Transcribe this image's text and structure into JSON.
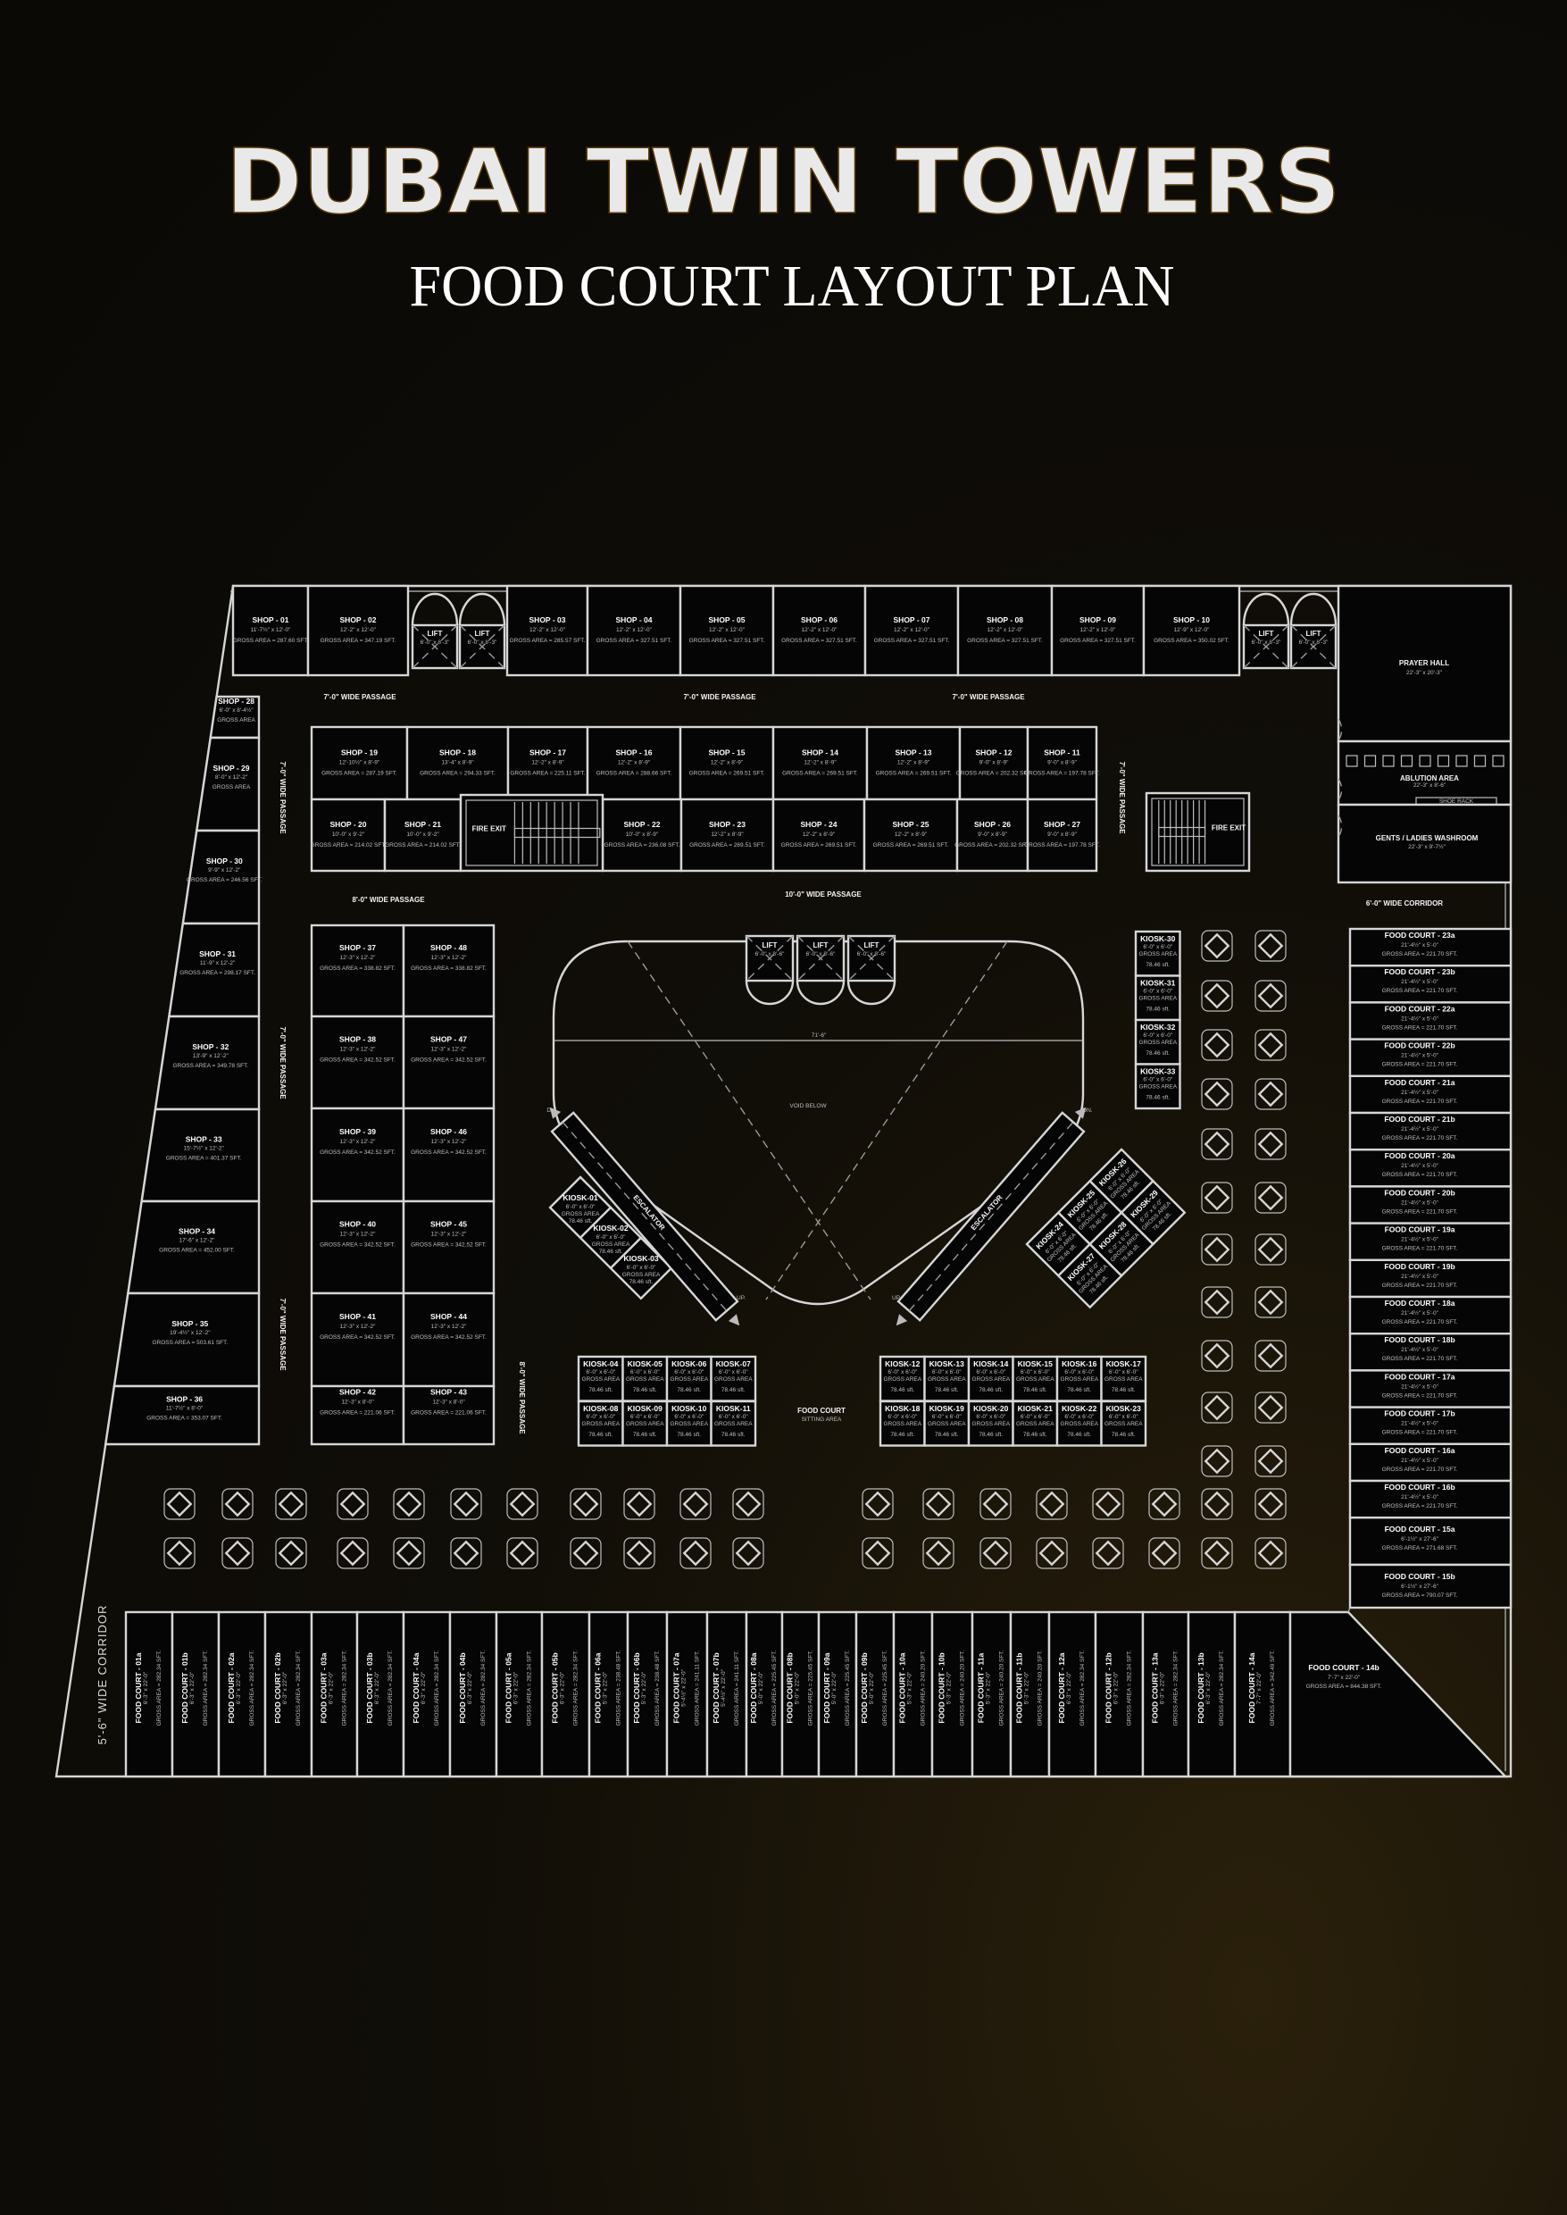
{
  "header": {
    "title": "DUBAI TWIN TOWERS",
    "subtitle": "FOOD COURT LAYOUT PLAN"
  },
  "colors": {
    "gold_light": "#fff1a8",
    "gold_mid": "#d9a620",
    "gold_dark": "#8a5a0a",
    "background": "#0b0a07",
    "line": "#d6d6d6"
  },
  "top_shops": [
    {
      "name": "SHOP - 01",
      "size": "11'-7½\" x 12'-0\"",
      "area": "GROSS AREA = 287.60 SFT."
    },
    {
      "name": "SHOP - 02",
      "size": "12'-2\" x 12'-0\"",
      "area": "GROSS AREA = 347.19 SFT."
    },
    {
      "name": "SHOP - 03",
      "size": "12'-2\" x 12'-0\"",
      "area": "GROSS AREA = 285.57 SFT."
    },
    {
      "name": "SHOP - 04",
      "size": "12'-2\" x 12'-0\"",
      "area": "GROSS AREA = 327.51 SFT."
    },
    {
      "name": "SHOP - 05",
      "size": "12'-2\" x 12'-0\"",
      "area": "GROSS AREA = 327.51 SFT."
    },
    {
      "name": "SHOP - 06",
      "size": "12'-2\" x 12'-0\"",
      "area": "GROSS AREA = 327.51 SFT."
    },
    {
      "name": "SHOP - 07",
      "size": "12'-2\" x 12'-0\"",
      "area": "GROSS AREA = 327.51 SFT."
    },
    {
      "name": "SHOP - 08",
      "size": "12'-2\" x 12'-0\"",
      "area": "GROSS AREA = 327.51 SFT."
    },
    {
      "name": "SHOP - 09",
      "size": "12'-2\" x 12'-0\"",
      "area": "GROSS AREA = 327.51 SFT."
    },
    {
      "name": "SHOP - 10",
      "size": "12'-9\" x 12'-0\"",
      "area": "GROSS AREA = 350.02 SFT."
    }
  ],
  "top_lifts": [
    {
      "name": "LIFT",
      "size": "6'-0\" x 8'-3\""
    },
    {
      "name": "LIFT",
      "size": "6'-0\" x 8'-3\""
    },
    {
      "name": "LIFT",
      "size": "6'-0\" x 8'-3\""
    },
    {
      "name": "LIFT",
      "size": "6'-0\" x 8'-3\""
    }
  ],
  "mid_top_shops": [
    {
      "name": "SHOP - 19",
      "size": "12'-10½\" x 8'-9\"",
      "area": "GROSS AREA = 287.19 SFT."
    },
    {
      "name": "SHOP - 18",
      "size": "13'-4\" x 8'-9\"",
      "area": "GROSS AREA = 294.33 SFT."
    },
    {
      "name": "SHOP - 17",
      "size": "12'-2\" x 8'-9\"",
      "area": "GROSS AREA = 225.11 SFT."
    },
    {
      "name": "SHOP - 16",
      "size": "12'-2\" x 8'-9\"",
      "area": "GROSS AREA = 288.66 SFT."
    },
    {
      "name": "SHOP - 15",
      "size": "12'-2\" x 8'-9\"",
      "area": "GROSS AREA = 269.51 SFT."
    },
    {
      "name": "SHOP - 14",
      "size": "12'-2\" x 8'-9\"",
      "area": "GROSS AREA = 269.51 SFT."
    },
    {
      "name": "SHOP - 13",
      "size": "12'-2\" x 8'-9\"",
      "area": "GROSS AREA = 269.51 SFT."
    },
    {
      "name": "SHOP - 12",
      "size": "9'-0\" x 8'-9\"",
      "area": "GROSS AREA = 202.32 SFT."
    },
    {
      "name": "SHOP - 11",
      "size": "9'-0\" x 8'-9\"",
      "area": "GROSS AREA = 197.78 SFT."
    }
  ],
  "mid_bottom_shops": [
    {
      "name": "SHOP - 20",
      "size": "10'-0\" x 9'-2\"",
      "area": "GROSS AREA = 214.02 SFT."
    },
    {
      "name": "SHOP - 21",
      "size": "10'-0\" x 9'-2\"",
      "area": "GROSS AREA = 214.02 SFT."
    },
    {
      "name": "SHOP - 22",
      "size": "10'-0\" x 8'-9\"",
      "area": "GROSS AREA = 236.08 SFT."
    },
    {
      "name": "SHOP - 23",
      "size": "12'-2\" x 8'-9\"",
      "area": "GROSS AREA = 269.51 SFT."
    },
    {
      "name": "SHOP - 24",
      "size": "12'-2\" x 8'-9\"",
      "area": "GROSS AREA = 269.51 SFT."
    },
    {
      "name": "SHOP - 25",
      "size": "12'-2\" x 8'-9\"",
      "area": "GROSS AREA = 269.51 SFT."
    },
    {
      "name": "SHOP - 26",
      "size": "9'-0\" x 8'-9\"",
      "area": "GROSS AREA = 202.32 SFT."
    },
    {
      "name": "SHOP - 27",
      "size": "9'-0\" x 8'-9\"",
      "area": "GROSS AREA = 197.78 SFT."
    }
  ],
  "left_shops": [
    {
      "name": "SHOP - 28",
      "size": "6'-0\" x 8'-4½\"",
      "area": "GROSS AREA"
    },
    {
      "name": "SHOP - 29",
      "size": "8'-0\" x 12'-2\"",
      "area": "GROSS AREA"
    },
    {
      "name": "SHOP - 30",
      "size": "9'-9\" x 12'-2\"",
      "area": "GROSS AREA = 246.56 SFT."
    },
    {
      "name": "SHOP - 31",
      "size": "11'-9\" x 12'-2\"",
      "area": "GROSS AREA = 298.17 SFT."
    },
    {
      "name": "SHOP - 32",
      "size": "13'-9\" x 12'-2\"",
      "area": "GROSS AREA = 349.78 SFT."
    },
    {
      "name": "SHOP - 33",
      "size": "15'-7½\" x 12'-2\"",
      "area": "GROSS AREA = 401.37 SFT."
    },
    {
      "name": "SHOP - 34",
      "size": "17'-6\" x 12'-2\"",
      "area": "GROSS AREA = 452.00 SFT."
    },
    {
      "name": "SHOP - 35",
      "size": "19'-4½\" x 12'-2\"",
      "area": "GROSS AREA = 503.61 SFT."
    },
    {
      "name": "SHOP - 36",
      "size": "11'-7½\" x 8'-0\"",
      "area": "GROSS AREA = 353.07 SFT."
    }
  ],
  "pair_left_shops": [
    {
      "name": "SHOP - 37",
      "size": "12'-3\" x 12'-2\"",
      "area": "GROSS AREA = 338.82 SFT."
    },
    {
      "name": "SHOP - 38",
      "size": "12'-3\" x 12'-2\"",
      "area": "GROSS AREA = 342.52 SFT."
    },
    {
      "name": "SHOP - 39",
      "size": "12'-3\" x 12'-2\"",
      "area": "GROSS AREA = 342.52 SFT."
    },
    {
      "name": "SHOP - 40",
      "size": "12'-3\" x 12'-2\"",
      "area": "GROSS AREA = 342.52 SFT."
    },
    {
      "name": "SHOP - 41",
      "size": "12'-3\" x 12'-2\"",
      "area": "GROSS AREA = 342.52 SFT."
    },
    {
      "name": "SHOP - 42",
      "size": "12'-3\" x 8'-0\"",
      "area": "GROSS AREA = 221.06 SFT."
    }
  ],
  "pair_right_shops": [
    {
      "name": "SHOP - 48",
      "size": "12'-3\" x 12'-2\"",
      "area": "GROSS AREA = 338.82 SFT."
    },
    {
      "name": "SHOP - 47",
      "size": "12'-3\" x 12'-2\"",
      "area": "GROSS AREA = 342.52 SFT."
    },
    {
      "name": "SHOP - 46",
      "size": "12'-3\" x 12'-2\"",
      "area": "GROSS AREA = 342.52 SFT."
    },
    {
      "name": "SHOP - 45",
      "size": "12'-3\" x 12'-2\"",
      "area": "GROSS AREA = 342.52 SFT."
    },
    {
      "name": "SHOP - 44",
      "size": "12'-3\" x 12'-2\"",
      "area": "GROSS AREA = 342.52 SFT."
    },
    {
      "name": "SHOP - 43",
      "size": "12'-3\" x 8'-0\"",
      "area": "GROSS AREA = 221.06 SFT."
    }
  ],
  "right_food_courts": [
    {
      "name": "FOOD COURT - 23a",
      "size": "21'-4½\" x 5'-0\"",
      "area": "GROSS AREA = 221.70 SFT."
    },
    {
      "name": "FOOD COURT - 23b",
      "size": "21'-4½\" x 5'-0\"",
      "area": "GROSS AREA = 221.70 SFT."
    },
    {
      "name": "FOOD COURT - 22a",
      "size": "21'-4½\" x 5'-0\"",
      "area": "GROSS AREA = 221.70 SFT."
    },
    {
      "name": "FOOD COURT - 22b",
      "size": "21'-4½\" x 5'-0\"",
      "area": "GROSS AREA = 221.70 SFT."
    },
    {
      "name": "FOOD COURT - 21a",
      "size": "21'-4½\" x 5'-0\"",
      "area": "GROSS AREA = 221.70 SFT."
    },
    {
      "name": "FOOD COURT - 21b",
      "size": "21'-4½\" x 5'-0\"",
      "area": "GROSS AREA = 221.70 SFT."
    },
    {
      "name": "FOOD COURT - 20a",
      "size": "21'-4½\" x 5'-0\"",
      "area": "GROSS AREA = 221.70 SFT."
    },
    {
      "name": "FOOD COURT - 20b",
      "size": "21'-4½\" x 5'-0\"",
      "area": "GROSS AREA = 221.70 SFT."
    },
    {
      "name": "FOOD COURT - 19a",
      "size": "21'-4½\" x 5'-0\"",
      "area": "GROSS AREA = 221.70 SFT."
    },
    {
      "name": "FOOD COURT - 19b",
      "size": "21'-4½\" x 5'-0\"",
      "area": "GROSS AREA = 221.70 SFT."
    },
    {
      "name": "FOOD COURT - 18a",
      "size": "21'-4½\" x 5'-0\"",
      "area": "GROSS AREA = 221.70 SFT."
    },
    {
      "name": "FOOD COURT - 18b",
      "size": "21'-4½\" x 5'-0\"",
      "area": "GROSS AREA = 221.70 SFT."
    },
    {
      "name": "FOOD COURT - 17a",
      "size": "21'-4½\" x 5'-0\"",
      "area": "GROSS AREA = 221.70 SFT."
    },
    {
      "name": "FOOD COURT - 17b",
      "size": "21'-4½\" x 5'-0\"",
      "area": "GROSS AREA = 221.70 SFT."
    },
    {
      "name": "FOOD COURT - 16a",
      "size": "21'-4½\" x 5'-0\"",
      "area": "GROSS AREA = 221.70 SFT."
    },
    {
      "name": "FOOD COURT - 16b",
      "size": "21'-4½\" x 5'-0\"",
      "area": "GROSS AREA = 221.70 SFT."
    },
    {
      "name": "FOOD COURT - 15a",
      "size": "6'-1½\" x 27'-6\"",
      "area": "GROSS AREA = 271.68 SFT."
    },
    {
      "name": "FOOD COURT - 15b",
      "size": "6'-1½\" x 27'-6\"",
      "area": "GROSS AREA = 790.07 SFT."
    }
  ],
  "bottom_food_courts": [
    {
      "name": "FOOD COURT - 01a",
      "size": "6'-3\" x 22'-0\"",
      "area": "GROSS AREA = 282.34 SFT."
    },
    {
      "name": "FOOD COURT - 01b",
      "size": "6'-3\" x 22'-0\"",
      "area": "GROSS AREA = 282.34 SFT."
    },
    {
      "name": "FOOD COURT - 02a",
      "size": "6'-3\" x 22'-0\"",
      "area": "GROSS AREA = 282.34 SFT."
    },
    {
      "name": "FOOD COURT - 02b",
      "size": "6'-3\" x 22'-0\"",
      "area": "GROSS AREA = 282.34 SFT."
    },
    {
      "name": "FOOD COURT - 03a",
      "size": "6'-3\" x 22'-0\"",
      "area": "GROSS AREA = 282.34 SFT."
    },
    {
      "name": "FOOD COURT - 03b",
      "size": "6'-3\" x 22'-0\"",
      "area": "GROSS AREA = 282.34 SFT."
    },
    {
      "name": "FOOD COURT - 04a",
      "size": "6'-3\" x 22'-0\"",
      "area": "GROSS AREA = 282.34 SFT."
    },
    {
      "name": "FOOD COURT - 04b",
      "size": "6'-3\" x 22'-0\"",
      "area": "GROSS AREA = 282.34 SFT."
    },
    {
      "name": "FOOD COURT - 05a",
      "size": "6'-3\" x 22'-0\"",
      "area": "GROSS AREA = 282.34 SFT."
    },
    {
      "name": "FOOD COURT - 05b",
      "size": "6'-3\" x 22'-0\"",
      "area": "GROSS AREA = 282.34 SFT."
    },
    {
      "name": "FOOD COURT - 06a",
      "size": "5'-3\" x 22'-0\"",
      "area": "GROSS AREA = 238.48 SFT."
    },
    {
      "name": "FOOD COURT - 06b",
      "size": "5'-3\" x 22'-0\"",
      "area": "GROSS AREA = 238.48 SFT."
    },
    {
      "name": "FOOD COURT - 07a",
      "size": "5'-4½\" x 22'-0\"",
      "area": "GROSS AREA = 241.11 SFT."
    },
    {
      "name": "FOOD COURT - 07b",
      "size": "5'-4½\" x 22'-0\"",
      "area": "GROSS AREA = 241.11 SFT."
    },
    {
      "name": "FOOD COURT - 08a",
      "size": "5'-0\" x 22'-0\"",
      "area": "GROSS AREA = 225.45 SFT."
    },
    {
      "name": "FOOD COURT - 08b",
      "size": "5'-0\" x 22'-0\"",
      "area": "GROSS AREA = 225.45 SFT."
    },
    {
      "name": "FOOD COURT - 09a",
      "size": "5'-0\" x 22'-0\"",
      "area": "GROSS AREA = 225.45 SFT."
    },
    {
      "name": "FOOD COURT - 09b",
      "size": "5'-0\" x 22'-0\"",
      "area": "GROSS AREA = 225.45 SFT."
    },
    {
      "name": "FOOD COURT - 10a",
      "size": "5'-3\" x 22'-0\"",
      "area": "GROSS AREA = 240.20 SFT."
    },
    {
      "name": "FOOD COURT - 10b",
      "size": "5'-3\" x 22'-0\"",
      "area": "GROSS AREA = 240.20 SFT."
    },
    {
      "name": "FOOD COURT - 11a",
      "size": "5'-3\" x 22'-0\"",
      "area": "GROSS AREA = 240.20 SFT."
    },
    {
      "name": "FOOD COURT - 11b",
      "size": "5'-3\" x 22'-0\"",
      "area": "GROSS AREA = 240.20 SFT."
    },
    {
      "name": "FOOD COURT - 12a",
      "size": "6'-3\" x 22'-0\"",
      "area": "GROSS AREA = 282.34 SFT."
    },
    {
      "name": "FOOD COURT - 12b",
      "size": "6'-3\" x 22'-0\"",
      "area": "GROSS AREA = 282.34 SFT."
    },
    {
      "name": "FOOD COURT - 13a",
      "size": "6'-3\" x 22'-0\"",
      "area": "GROSS AREA = 282.34 SFT."
    },
    {
      "name": "FOOD COURT - 13b",
      "size": "6'-3\" x 22'-0\"",
      "area": "GROSS AREA = 282.34 SFT."
    },
    {
      "name": "FOOD COURT - 14a",
      "size": "7'-7\" x 22'-0\"",
      "area": "GROSS AREA = 342.49 SFT."
    }
  ],
  "corner_food_court": {
    "name": "FOOD COURT - 14b",
    "size": "7'-7\" x 22'-0\"",
    "area": "GROSS AREA = 844.38 SFT."
  },
  "kiosk_common": {
    "size": "6'-0\" x 6'-0\"",
    "area_label": "GROSS AREA",
    "area": "78.46 sft."
  },
  "kiosks_left_diag": [
    "KIOSK-01",
    "KIOSK-02",
    "KIOSK-03"
  ],
  "kiosks_grid_left": [
    "KIOSK-04",
    "KIOSK-05",
    "KIOSK-06",
    "KIOSK-07",
    "KIOSK-08",
    "KIOSK-09",
    "KIOSK-10",
    "KIOSK-11"
  ],
  "kiosks_grid_right": [
    "KIOSK-12",
    "KIOSK-13",
    "KIOSK-14",
    "KIOSK-15",
    "KIOSK-16",
    "KIOSK-17",
    "KIOSK-18",
    "KIOSK-19",
    "KIOSK-20",
    "KIOSK-21",
    "KIOSK-22",
    "KIOSK-23"
  ],
  "kiosks_right_diag": [
    "KIOSK-24",
    "KIOSK-25",
    "KIOSK-26",
    "KIOSK-27",
    "KIOSK-28",
    "KIOSK-29"
  ],
  "kiosks_column": [
    "KIOSK-30",
    "KIOSK-31",
    "KIOSK-32",
    "KIOSK-33"
  ],
  "atrium": {
    "lifts": [
      {
        "name": "LIFT",
        "size": "6'-0\" x 8'-6\""
      },
      {
        "name": "LIFT",
        "size": "6'-0\" x 8'-6\""
      },
      {
        "name": "LIFT",
        "size": "6'-0\" x 8'-6\""
      }
    ],
    "dimension": "71'-6\"",
    "void_label": "VOID BELOW",
    "escalator": "ESCALATOR",
    "down": "DN.",
    "up": "UP."
  },
  "facilities": {
    "prayer_hall": {
      "name": "PRAYER HALL",
      "size": "22'-3\" x 20'-3\""
    },
    "ablution": {
      "name": "ABLUTION AREA",
      "size": "22'-3\" x 8'-6\""
    },
    "shoe_rack": "SHOE RACK",
    "washroom": {
      "name": "GENTS / LADIES WASHROOM",
      "size": "22'-3\" x 9'-7½\""
    },
    "fire_exit_left": "FIRE EXIT",
    "fire_exit_right": "FIRE EXIT",
    "sitting_area": {
      "line1": "FOOD COURT",
      "line2": "SITTING AREA"
    }
  },
  "passages": {
    "top_a": "7'-0\" WIDE PASSAGE",
    "top_b": "7'-0\" WIDE PASSAGE",
    "top_c": "7'-0\" WIDE PASSAGE",
    "left_v1": "7'-0\" WIDE PASSAGE",
    "left_v2": "7'-0\" WIDE PASSAGE",
    "left_v3": "7'-0\" WIDE PASSAGE",
    "right_v": "7'-0\" WIDE PASSAGE",
    "mid_left": "8'-0\" WIDE PASSAGE",
    "mid_center": "10'-0\" WIDE PASSAGE",
    "pair_v": "8'-0\" WIDE PASSAGE",
    "right_corridor": "6'-0\" WIDE CORRIDOR",
    "bottom_corridor": "5'-6\" WIDE CORRIDOR"
  }
}
